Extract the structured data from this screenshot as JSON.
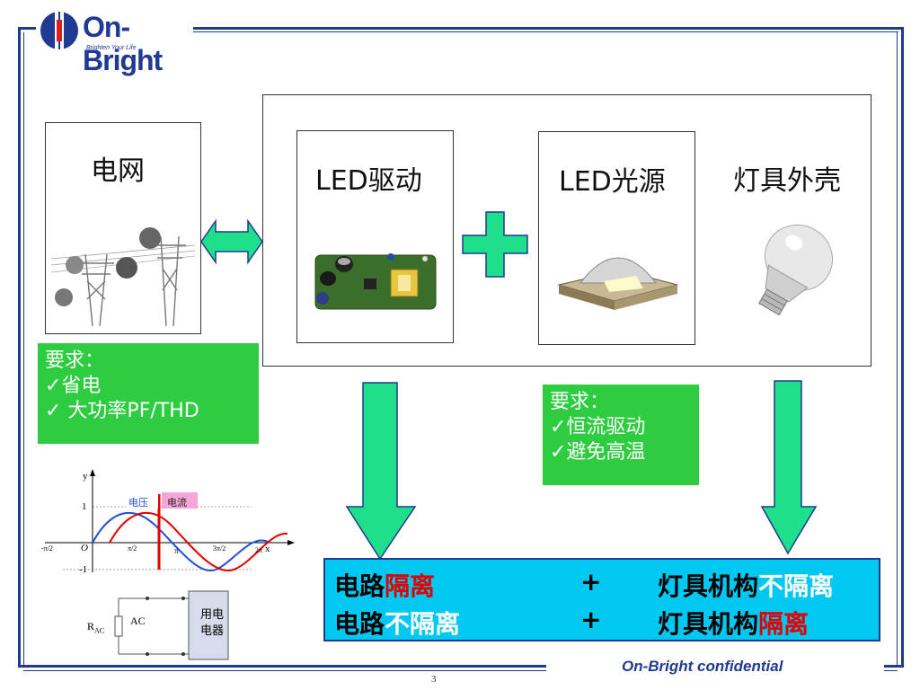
{
  "logo": {
    "name": "On-Bright",
    "tagline": "Brighten Your Life"
  },
  "grid": {
    "label": "电网"
  },
  "driver": {
    "label": "LED驱动"
  },
  "source": {
    "label": "LED光源"
  },
  "housing": {
    "label": "灯具外壳"
  },
  "grid_requirements": {
    "title": "要求：",
    "items": [
      "✓省电",
      "✓ 大功率PF/THD"
    ]
  },
  "led_requirements": {
    "title": "要求：",
    "items": [
      "✓恒流驱动",
      "✓避免高温"
    ]
  },
  "waveform": {
    "y_axis": "y",
    "x_axis": "x",
    "origin": "O",
    "ticks_y": [
      "1",
      "-1"
    ],
    "ticks_x": [
      "-π/2",
      "π/2",
      "π",
      "3π/2",
      "2π"
    ],
    "voltage_label": "电压",
    "current_label": "电流",
    "voltage_color": "#1f4fd6",
    "current_color": "#e00000"
  },
  "circuit": {
    "source_label": "AC",
    "resistor_label": "R",
    "resistor_sub": "AC",
    "appliance_label_1": "用电",
    "appliance_label_2": "电器"
  },
  "summary": {
    "row1": {
      "a": "电路",
      "b": "隔离",
      "plus": "+",
      "c": "灯具机构",
      "d": "不隔离"
    },
    "row2": {
      "a": "电路",
      "b": "不隔离",
      "plus": "+",
      "c": "灯具机构",
      "d": "隔离"
    }
  },
  "footer": {
    "confidential": "On-Bright confidential",
    "page": "3"
  },
  "colors": {
    "frame": "#1f3a93",
    "green": "#2ecc40",
    "arrow_green": "#1ee08a",
    "cyan": "#00c8f0",
    "red": "#e00000"
  }
}
